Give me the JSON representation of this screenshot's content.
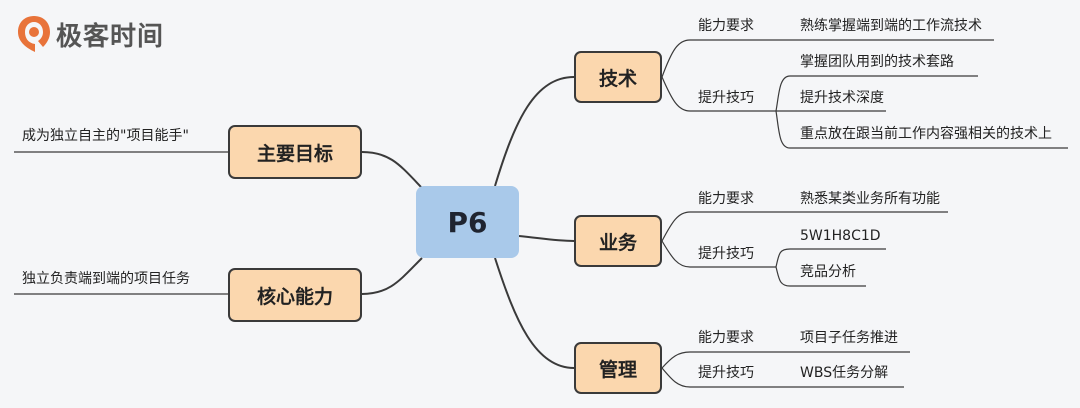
{
  "brand": {
    "name": "极客时间",
    "icon": "geektime-logo-icon",
    "color": "#e8733a"
  },
  "colors": {
    "branch_fill": "#fbd7ae",
    "center_fill": "#a9c9ea",
    "line": "#3a3a3a",
    "background": "#f5f6f8"
  },
  "center": {
    "label": "P6"
  },
  "left": {
    "goal": {
      "label": "主要目标",
      "detail": "成为独立自主的\"项目能手\""
    },
    "core": {
      "label": "核心能力",
      "detail": "独立负责端到端的项目任务"
    }
  },
  "right": {
    "tech": {
      "label": "技术",
      "req_label": "能力要求",
      "req_items": [
        "熟练掌握端到端的工作流技术"
      ],
      "tips_label": "提升技巧",
      "tips_items": [
        "掌握团队用到的技术套路",
        "提升技术深度",
        "重点放在跟当前工作内容强相关的技术上"
      ]
    },
    "biz": {
      "label": "业务",
      "req_label": "能力要求",
      "req_items": [
        "熟悉某类业务所有功能"
      ],
      "tips_label": "提升技巧",
      "tips_items": [
        "5W1H8C1D",
        "竞品分析"
      ]
    },
    "mgmt": {
      "label": "管理",
      "req_label": "能力要求",
      "req_items": [
        "项目子任务推进"
      ],
      "tips_label": "提升技巧",
      "tips_items": [
        "WBS任务分解"
      ]
    }
  }
}
